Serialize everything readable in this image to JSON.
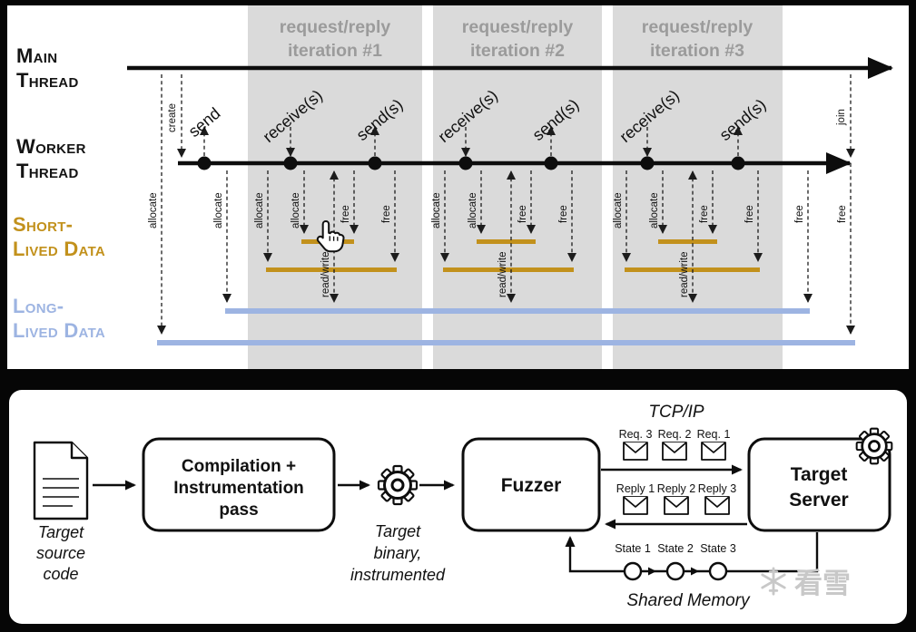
{
  "timeline": {
    "iterations": [
      {
        "line1": "request/reply",
        "line2": "iteration #1"
      },
      {
        "line1": "request/reply",
        "line2": "iteration #2"
      },
      {
        "line1": "request/reply",
        "line2": "iteration #3"
      }
    ],
    "rows": {
      "main": {
        "line1": "Main",
        "line2": "Thread"
      },
      "worker": {
        "line1": "Worker",
        "line2": "Thread"
      },
      "short_lived": {
        "line1": "Short-",
        "line2": "Lived Data"
      },
      "long_lived": {
        "line1": "Long-",
        "line2": "Lived Data"
      }
    },
    "annotations": {
      "create": "create",
      "send": "send",
      "receives": "receive(s)",
      "sends": "send(s)",
      "join": "join",
      "allocate": "allocate",
      "free": "free",
      "read_write": "read/write"
    },
    "colors": {
      "short_lived_bar": "#c2911c",
      "long_lived_bar": "#9db4e2",
      "iteration_band": "#dadada",
      "iteration_title": "#9b9b9b"
    }
  },
  "architecture": {
    "tcp_ip": "TCP/IP",
    "source_code": {
      "line1": "Target",
      "line2": "source",
      "line3": "code"
    },
    "compilation": {
      "line1": "Compilation +",
      "line2": "Instrumentation",
      "line3": "pass"
    },
    "binary": {
      "line1": "Target",
      "line2": "binary,",
      "line3": "instrumented"
    },
    "fuzzer": "Fuzzer",
    "target_server": {
      "line1": "Target",
      "line2": "Server"
    },
    "requests": [
      "Req. 3",
      "Req. 2",
      "Req. 1"
    ],
    "replies": [
      "Reply 1",
      "Reply 2",
      "Reply 3"
    ],
    "states": [
      "State 1",
      "State 2",
      "State 3"
    ],
    "shared_memory": "Shared Memory"
  },
  "watermark": {
    "text": "看雪"
  }
}
